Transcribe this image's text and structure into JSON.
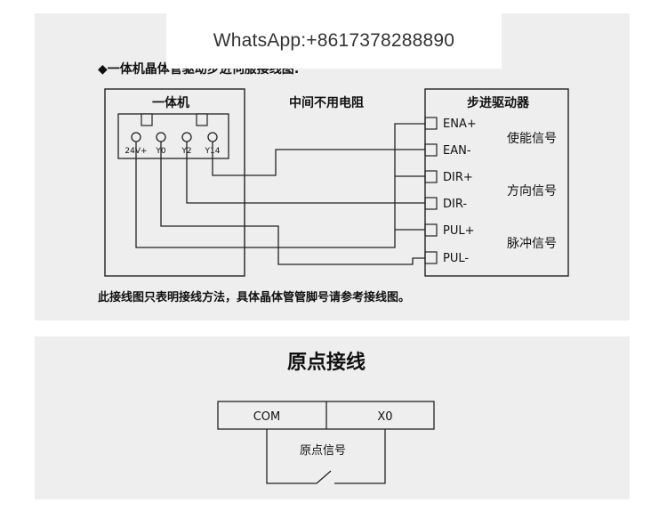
{
  "watermark": "WhatsApp:+8617378288890",
  "section1": {
    "heading": "◆一体机晶体管驱动步进伺服接线图:",
    "left_box_title": "一体机",
    "middle_label": "中间不用电阻",
    "right_box_title": "步进驱动器",
    "terminals": [
      "24V+",
      "Y0",
      "Y2",
      "Y14"
    ],
    "driver_pins": [
      "ENA+",
      "EAN-",
      "DIR+",
      "DIR-",
      "PUL+",
      "PUL-"
    ],
    "signal_groups": [
      "使能信号",
      "方向信号",
      "脉冲信号"
    ],
    "note": "此接线图只表明接线方法，具体晶体管管脚号请参考接线图。"
  },
  "section2": {
    "title": "原点接线",
    "table_cells": [
      "COM",
      "X0"
    ],
    "switch_label": "原点信号"
  }
}
